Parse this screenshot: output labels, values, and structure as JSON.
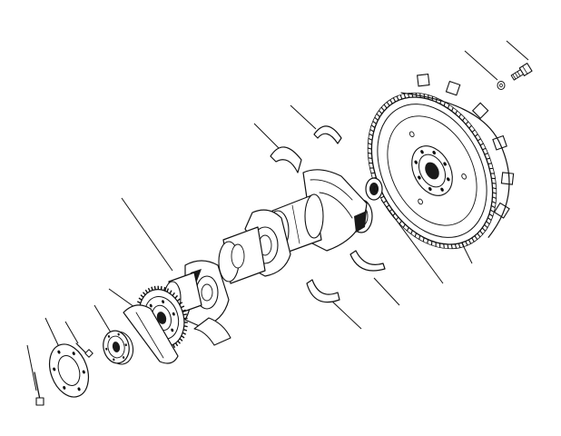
{
  "figure": {
    "kind": "exploded parts drawing",
    "colors": {
      "ink": "#111111",
      "paper": "#ffffff"
    },
    "parts": [
      {
        "id": "flywheel",
        "icon": "flywheel-icon"
      },
      {
        "id": "flywheel-bolt",
        "icon": "bolt-icon"
      },
      {
        "id": "flywheel-washer",
        "icon": "washer-icon"
      },
      {
        "id": "pilot-bearing",
        "icon": "bearing-icon"
      },
      {
        "id": "crankshaft",
        "icon": "crankshaft-icon"
      },
      {
        "id": "thrust-washer-upper-a",
        "icon": "thrust-washer-icon"
      },
      {
        "id": "thrust-washer-upper-b",
        "icon": "thrust-washer-icon"
      },
      {
        "id": "thrust-washer-lower-a",
        "icon": "thrust-washer-icon"
      },
      {
        "id": "thrust-washer-lower-b",
        "icon": "thrust-washer-icon"
      },
      {
        "id": "timing-gear",
        "icon": "gear-icon"
      },
      {
        "id": "front-hub",
        "icon": "hub-icon"
      },
      {
        "id": "front-plate",
        "icon": "plate-icon"
      },
      {
        "id": "plate-screw",
        "icon": "screw-icon"
      },
      {
        "id": "front-bolt",
        "icon": "bolt-icon"
      }
    ]
  }
}
